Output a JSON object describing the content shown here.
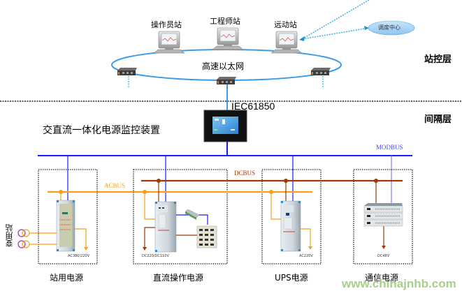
{
  "station_layer": {
    "title": "站控层",
    "workstations": [
      {
        "label": "操作员站"
      },
      {
        "label": "工程师站"
      },
      {
        "label": "远动站"
      }
    ],
    "network_label": "高速以太网",
    "dispatch_center": "调度中心"
  },
  "bay_layer": {
    "title": "间隔层",
    "protocol_label": "IEC61850",
    "monitor_device_label": "交直流一体化电源监控装置"
  },
  "buses": {
    "modbus": {
      "label": "MODBUS",
      "color": "#1a1aff"
    },
    "dcbus": {
      "label": "DCBUS",
      "color": "#9b3a0a"
    },
    "acbus": {
      "label": "ACBUS",
      "color": "#f5a11a"
    }
  },
  "subsystems": [
    {
      "label": "站用电源",
      "output_label": "AC380/220V"
    },
    {
      "label": "直流操作电源",
      "output_label": "DC220/DC110V"
    },
    {
      "label": "UPS电源",
      "output_label": "AC220V"
    },
    {
      "label": "通信电源",
      "output_label": "DC48V"
    }
  ],
  "transformer_label": "变用站",
  "watermark": "www.chinajnhb.com",
  "colors": {
    "ethernet": "#3a9be8",
    "dotted_link": "#3cc8d8",
    "divider": "#222222"
  }
}
